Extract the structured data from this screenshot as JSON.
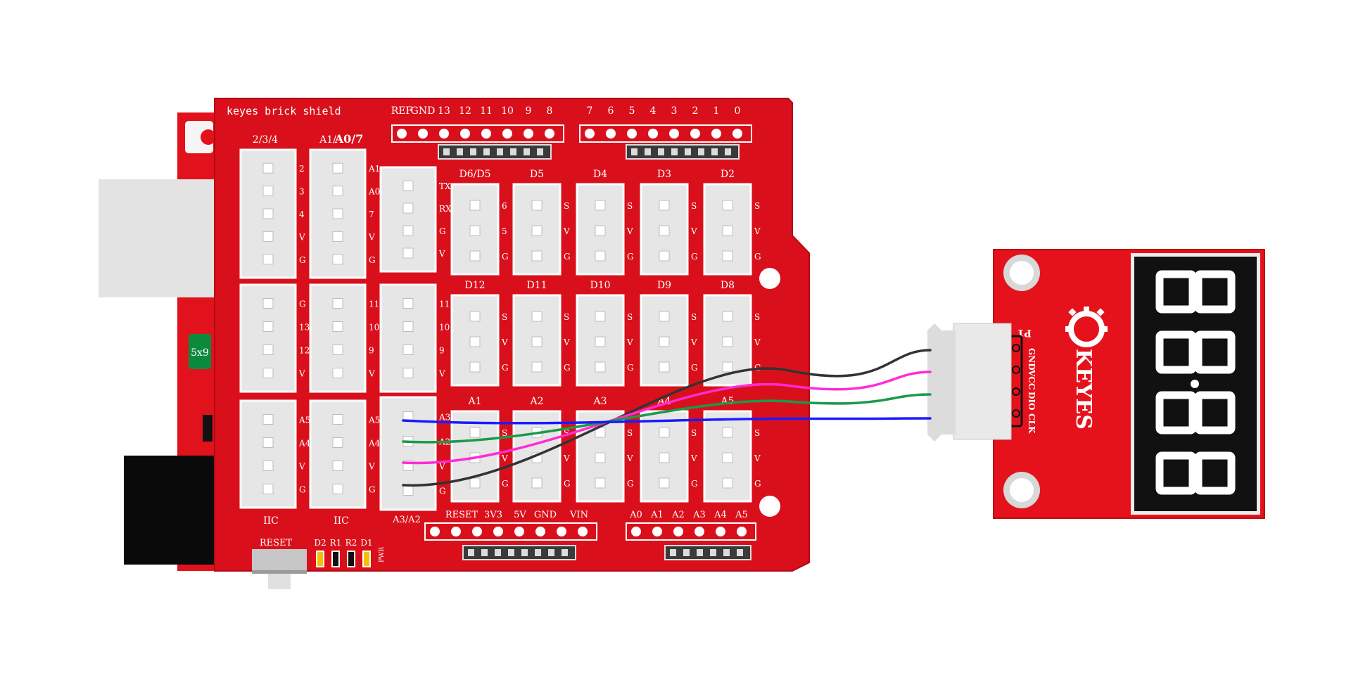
{
  "shield": {
    "title": "keyes brick shield",
    "top_header_left": [
      "REF",
      "GND",
      "13",
      "12",
      "11",
      "10",
      "9",
      "8"
    ],
    "top_header_right": [
      "7",
      "6",
      "5",
      "4",
      "3",
      "2",
      "1",
      "0"
    ],
    "col_labels": {
      "c1": "2/3/4",
      "c2a": "A1/",
      "c2b": "A0/7"
    },
    "big_port_pins": {
      "p234": [
        "2",
        "3",
        "4",
        "V",
        "G"
      ],
      "pA10": [
        "A1",
        "A0",
        "7",
        "V",
        "G"
      ],
      "pUART": [
        "TX",
        "RX",
        "G",
        "V"
      ],
      "pA": [
        "G",
        "13",
        "12",
        "V"
      ],
      "pB": [
        "11",
        "10",
        "9",
        "V"
      ],
      "pIIC1": [
        "A5",
        "A4",
        "V",
        "G"
      ],
      "pIIC2": [
        "A5",
        "A4",
        "V",
        "G"
      ],
      "pA32": [
        "A3",
        "A2",
        "V",
        "G"
      ]
    },
    "row1_labels": [
      "D6/D5",
      "D5",
      "D4",
      "D3",
      "D2"
    ],
    "row2_labels": [
      "D12",
      "D11",
      "D10",
      "D9",
      "D8"
    ],
    "row3_labels": [
      "A1",
      "A2",
      "A3",
      "A4",
      "A5"
    ],
    "small_port_pins": {
      "row1_first": [
        "6",
        "5",
        "G"
      ],
      "standard": [
        "S",
        "V",
        "G"
      ]
    },
    "bottom_labels": {
      "iic1": "IIC",
      "iic2": "IIC",
      "a3a2": "A3/A2"
    },
    "power_header_labels": [
      "RESET",
      "3V3",
      "5V",
      "GND",
      "VIN"
    ],
    "analog_header_labels": [
      "A0",
      "A1",
      "A2",
      "A3",
      "A4",
      "A5"
    ],
    "reset_label": "RESET",
    "led_labels": [
      "D2",
      "R1",
      "R2",
      "D1"
    ],
    "pwr_label": "PWR"
  },
  "base_board": {
    "chip_label": "5x9"
  },
  "module": {
    "brand": "KEYES",
    "connector_label": "P1",
    "pins": [
      "GND",
      "VCC",
      "DIO",
      "CLK"
    ],
    "display_digits": 4
  },
  "wires": [
    {
      "from": "GND",
      "color": "#333333"
    },
    {
      "from": "VCC",
      "color": "#ff2bd6"
    },
    {
      "from": "DIO",
      "color": "#1a9a4a"
    },
    {
      "from": "CLK",
      "color": "#1a1aff"
    }
  ],
  "colors": {
    "board_red": "#d9101b",
    "board_edge": "#a80a12",
    "port_white": "#e8e8e8",
    "display_black": "#111111"
  }
}
